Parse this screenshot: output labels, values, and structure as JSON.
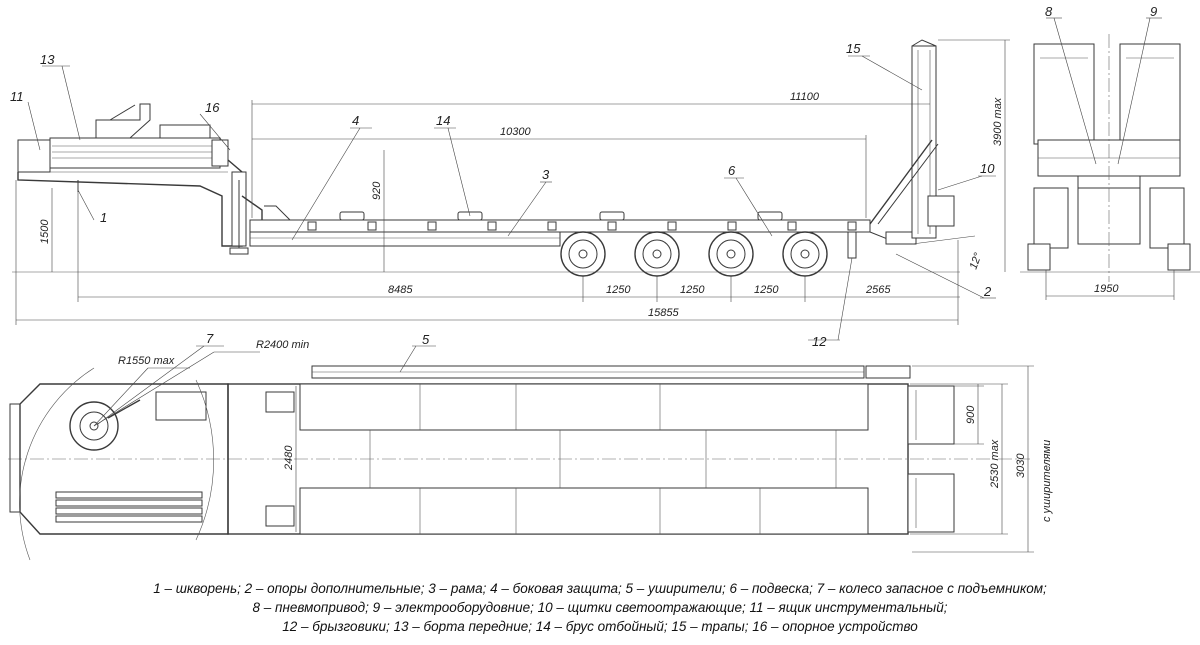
{
  "callouts": {
    "c1": "1",
    "c2": "2",
    "c3": "3",
    "c4": "4",
    "c5": "5",
    "c6": "6",
    "c7": "7",
    "c8": "8",
    "c9": "9",
    "c10": "10",
    "c11": "11",
    "c12": "12",
    "c13": "13",
    "c14": "14",
    "c15": "15",
    "c16": "16"
  },
  "dimensions": {
    "d11100": "11100",
    "d10300": "10300",
    "d920": "920",
    "d1500": "1500",
    "d8485": "8485",
    "d1250a": "1250",
    "d1250b": "1250",
    "d1250c": "1250",
    "d2565": "2565",
    "d15855": "15855",
    "d3900": "3900 max",
    "d12deg": "12°",
    "d1950": "1950",
    "dR1550": "R1550 max",
    "dR2400": "R2400 min",
    "d2480": "2480",
    "d900": "900",
    "d2530": "2530 max",
    "d3030": "3030",
    "d3030note": "с уширителями"
  },
  "legend": {
    "line1": "1 – шкворень; 2 – опоры дополнительные; 3 – рама; 4 – боковая защита; 5 – уширители; 6 – подвеска; 7 – колесо запасное с подъемником;",
    "line2": "8 – пневмопривод; 9 – электрооборудовние; 10 – щитки светоотражающие; 11 – ящик инструментальный;",
    "line3": "12 – брызговики; 13 – борта передние; 14 – брус отбойный; 15 – трапы; 16 – опорное устройство"
  }
}
